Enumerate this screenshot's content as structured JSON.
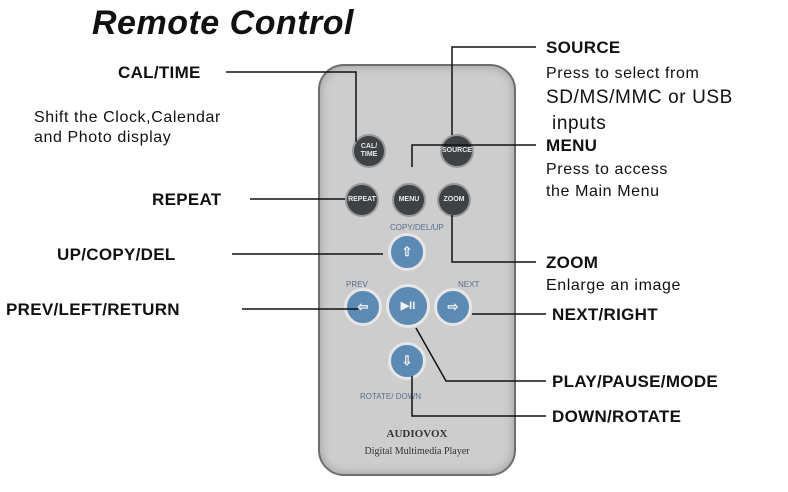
{
  "title": "Remote Control",
  "callouts": {
    "cal_time": {
      "label": "CAL/TIME",
      "desc": [
        "Shift the Clock,Calendar",
        "and Photo display"
      ]
    },
    "repeat": {
      "label": "REPEAT"
    },
    "up_copy_del": {
      "label": "UP/COPY/DEL"
    },
    "prev_left_return": {
      "label": "PREV/LEFT/RETURN"
    },
    "source": {
      "label": "SOURCE",
      "desc": [
        "Press to select from",
        "SD/MS/MMC or USB",
        "inputs"
      ]
    },
    "menu": {
      "label": "MENU",
      "desc": [
        "Press to access",
        "the Main Menu"
      ]
    },
    "zoom": {
      "label": "ZOOM",
      "desc": [
        "Enlarge an image"
      ]
    },
    "next_right": {
      "label": "NEXT/RIGHT"
    },
    "play_pause_mode": {
      "label": "PLAY/PAUSE/MODE"
    },
    "down_rotate": {
      "label": "DOWN/ROTATE"
    }
  },
  "remote": {
    "buttons": {
      "cal_time": "CAL/ TIME",
      "source": "SOURCE",
      "repeat": "REPEAT",
      "menu": "MENU",
      "zoom": "ZOOM",
      "up": "⇧",
      "left": "⇦",
      "play": "▶II",
      "right": "⇨",
      "down": "⇩"
    },
    "silk": {
      "copy_del_up": "COPY/DEL/UP",
      "prev": "PREV",
      "next": "NEXT",
      "rotate_down": "ROTATE/ DOWN"
    },
    "brand": "AUDIOVOX",
    "subtitle": "Digital Multimedia Player"
  },
  "colors": {
    "remote_body": "#cdcdcd",
    "button_dark": "#3f4244",
    "button_dpad": "#5b8ab5"
  }
}
